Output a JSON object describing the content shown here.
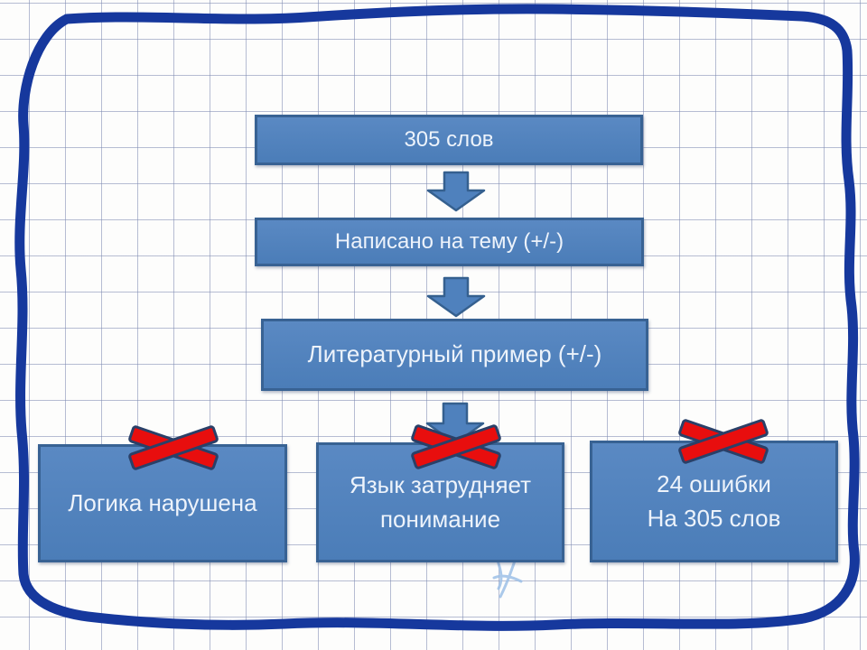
{
  "slide": {
    "kind": "flowchart-on-squared-paper",
    "paper_color": "#fdfdfc",
    "grid_color": "#7c88b0",
    "frame_color": "#16389d"
  },
  "palette": {
    "box_fill": "#4f81bd",
    "box_fill_light": "#5a89c3",
    "box_border": "#386293",
    "box_text": "#edf3fb",
    "arrow_fill": "#4f81bd",
    "arrow_border": "#35608f",
    "cross_red": "#e80e0e",
    "cross_outline": "#2a4068",
    "doodle_blue": "#9cc0e6"
  },
  "diagram": {
    "sequence": [
      {
        "id": "word-count",
        "label": "305 слов"
      },
      {
        "id": "on-topic",
        "label": "Написано на тему (+/-)"
      },
      {
        "id": "literary-example",
        "label": "Литературный пример (+/-)"
      }
    ],
    "issues": [
      {
        "id": "logic",
        "label": "Логика нарушена",
        "crossed_out": true
      },
      {
        "id": "language",
        "label": "Язык затрудняет понимание",
        "crossed_out": true
      },
      {
        "id": "errors",
        "label": "24 ошибки\nНа 305 слов",
        "crossed_out": true
      }
    ]
  },
  "decorations": {
    "frame": "hand-drawn-border",
    "arrow_icon": "down-arrow",
    "cross_icon": "red-cross",
    "doodle": "pen-scribble"
  }
}
